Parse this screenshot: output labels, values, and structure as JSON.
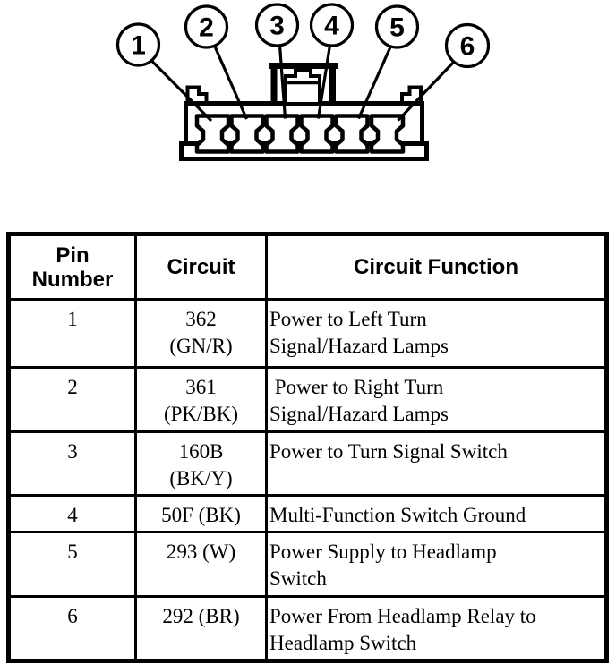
{
  "diagram": {
    "callouts": [
      "1",
      "2",
      "3",
      "4",
      "5",
      "6"
    ]
  },
  "table": {
    "headers": {
      "pin_number": "Pin\nNumber",
      "circuit": "Circuit",
      "circuit_function": "Circuit Function"
    },
    "rows": [
      {
        "pin": "1",
        "circuit": "362\n(GN/R)",
        "function": "Power to Left Turn\nSignal/Hazard Lamps"
      },
      {
        "pin": "2",
        "circuit": "361\n(PK/BK)",
        "function": " Power to Right Turn\nSignal/Hazard Lamps"
      },
      {
        "pin": "3",
        "circuit": "160B\n(BK/Y)",
        "function": "Power to Turn Signal Switch"
      },
      {
        "pin": "4",
        "circuit": "50F (BK)",
        "function": "Multi-Function Switch Ground"
      },
      {
        "pin": "5",
        "circuit": "293 (W)",
        "function": "Power Supply to Headlamp\nSwitch"
      },
      {
        "pin": "6",
        "circuit": "292 (BR)",
        "function": "Power From Headlamp Relay to\nHeadlamp Switch"
      }
    ]
  },
  "colors": {
    "ink": "#000000",
    "paper": "#ffffff"
  }
}
